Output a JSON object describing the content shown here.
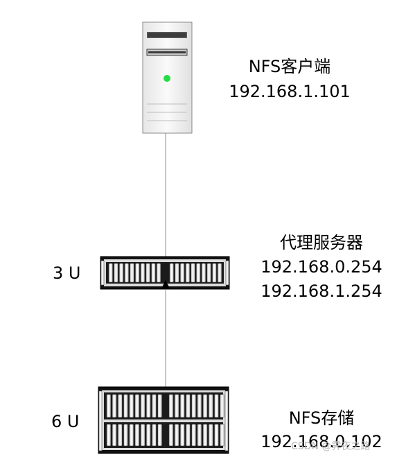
{
  "client": {
    "name": "NFS客户端",
    "ip": "192.168.1.101",
    "status_led_color": "#22dd44"
  },
  "proxy": {
    "rack_units": "3 U",
    "name": "代理服务器",
    "ips": [
      "192.168.0.254",
      "192.168.1.254"
    ]
  },
  "storage": {
    "rack_units": "6 U",
    "name": "NFS存储",
    "ip": "192.168.0.102"
  },
  "watermark": "CSDN @霁夜之路",
  "icons": {
    "client": "tower-server-icon",
    "proxy": "rack-server-icon",
    "storage": "storage-array-icon"
  }
}
